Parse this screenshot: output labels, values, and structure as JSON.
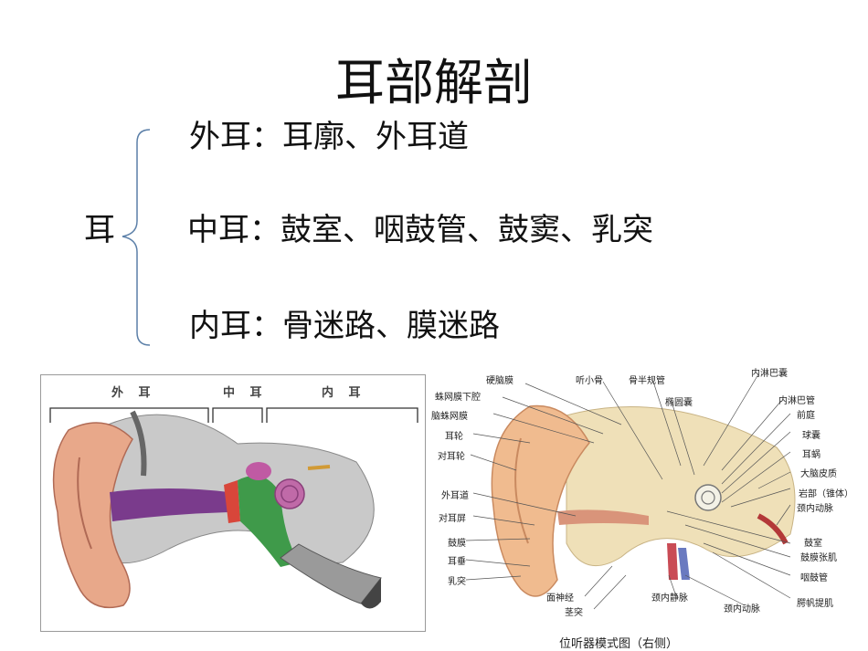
{
  "title": "耳部解剖",
  "root_label": "耳",
  "lines": [
    "外耳：耳廓、外耳道",
    "中耳：鼓室、咽鼓管、鼓窦、乳突",
    "内耳：骨迷路、膜迷路"
  ],
  "left_figure": {
    "segments": [
      "外 耳",
      "中 耳",
      "内 耳"
    ]
  },
  "right_figure": {
    "labels_left": [
      "硬脑膜",
      "蛛网膜下腔",
      "脑蛛网膜",
      "耳轮",
      "对耳轮",
      "外耳道",
      "对耳屏",
      "鼓膜",
      "耳垂",
      "乳突"
    ],
    "labels_top": [
      "听小骨",
      "骨半规管",
      "椭圆囊",
      "内淋巴囊"
    ],
    "labels_right": [
      "内淋巴管",
      "前庭",
      "球囊",
      "耳蜗",
      "大脑皮质",
      "岩部（锥体）",
      "颈内动脉",
      "鼓室",
      "鼓膜张肌",
      "咽鼓管",
      "腭帆提肌"
    ],
    "labels_bottom": [
      "面神经",
      "茎突",
      "颈内静脉",
      "颈内动脉"
    ],
    "caption": "位听器模式图（右侧）"
  }
}
